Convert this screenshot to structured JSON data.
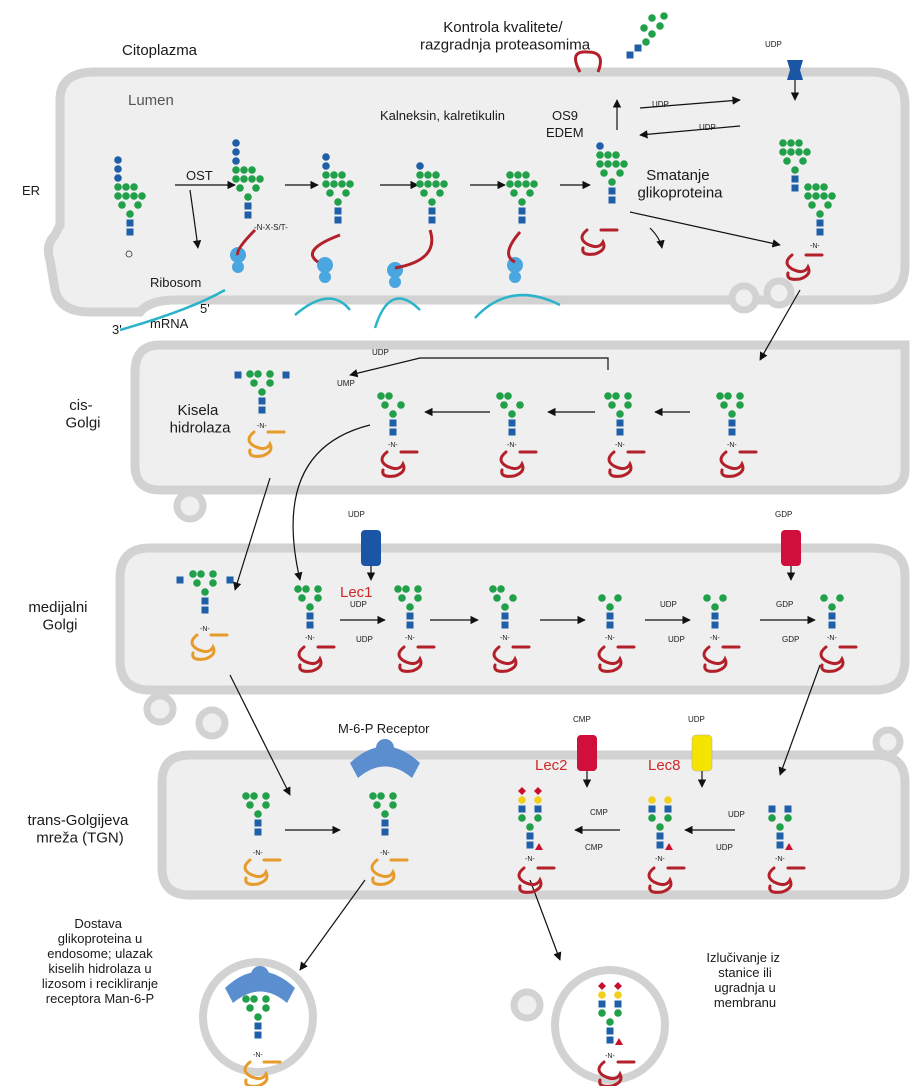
{
  "compartments": {
    "cytoplasm": "Citoplazma",
    "lumen": "Lumen",
    "er": "ER",
    "cis_golgi": "cis-\nGolgi",
    "medial_golgi": "medijalni\nGolgi",
    "tgn": "trans-Golgijeva\nmreža (TGN)"
  },
  "er_labels": {
    "quality_control": "Kontrola kvalitete/\nrazgradnja proteasomima",
    "calnexin": "Kalneksin, kalretikulin",
    "os9": "OS9",
    "edem": "EDEM",
    "folding": "Smatanje\nglikoproteina",
    "ost": "OST",
    "ribosome": "Ribosom",
    "five_prime": "5'",
    "three_prime": "3'",
    "mrna": "mRNA",
    "sequon": "-N-X-S/T-"
  },
  "golgi_labels": {
    "acid_hydrolase": "Kisela\nhidrolaza",
    "mpr": "M-6-P Receptor"
  },
  "lectins": [
    "Lec1",
    "Lec2",
    "Lec8"
  ],
  "nucleotides": {
    "udp": "UDP",
    "ump": "UMP",
    "gdp": "GDP",
    "cmp": "CMP"
  },
  "outcomes": {
    "endosome": "Dostava\nglikoproteina u\nendosome; ulazak\nkiselih hidrolaza u\nlizosom i recikliranje\nreceptora Man-6-P",
    "secretion": "Izlučivanje iz\nstanice ili\nugradnja u\nmembranu"
  },
  "colors": {
    "membrane": "#d6d6d6",
    "lumen_fill": "#efefef",
    "glcnac": "#1f5fa8",
    "mannose": "#21a04a",
    "glucose": "#1f5fa8",
    "galactose": "#f2cf1d",
    "sialic": "#c8102e",
    "fucose": "#c8102e",
    "protein_red": "#b3202a",
    "protein_orange": "#e69b2a",
    "ribosome": "#4aa6df",
    "mrna": "#2bb3c9",
    "transporter_blue": "#1a55a6",
    "transporter_red": "#d0103a",
    "transporter_yellow": "#f5e400",
    "lec_red": "#d02828"
  },
  "icons": [
    "ribosome-icon",
    "transporter-icon",
    "m6p-receptor-icon",
    "vesicle-icon",
    "glycan-icon"
  ]
}
